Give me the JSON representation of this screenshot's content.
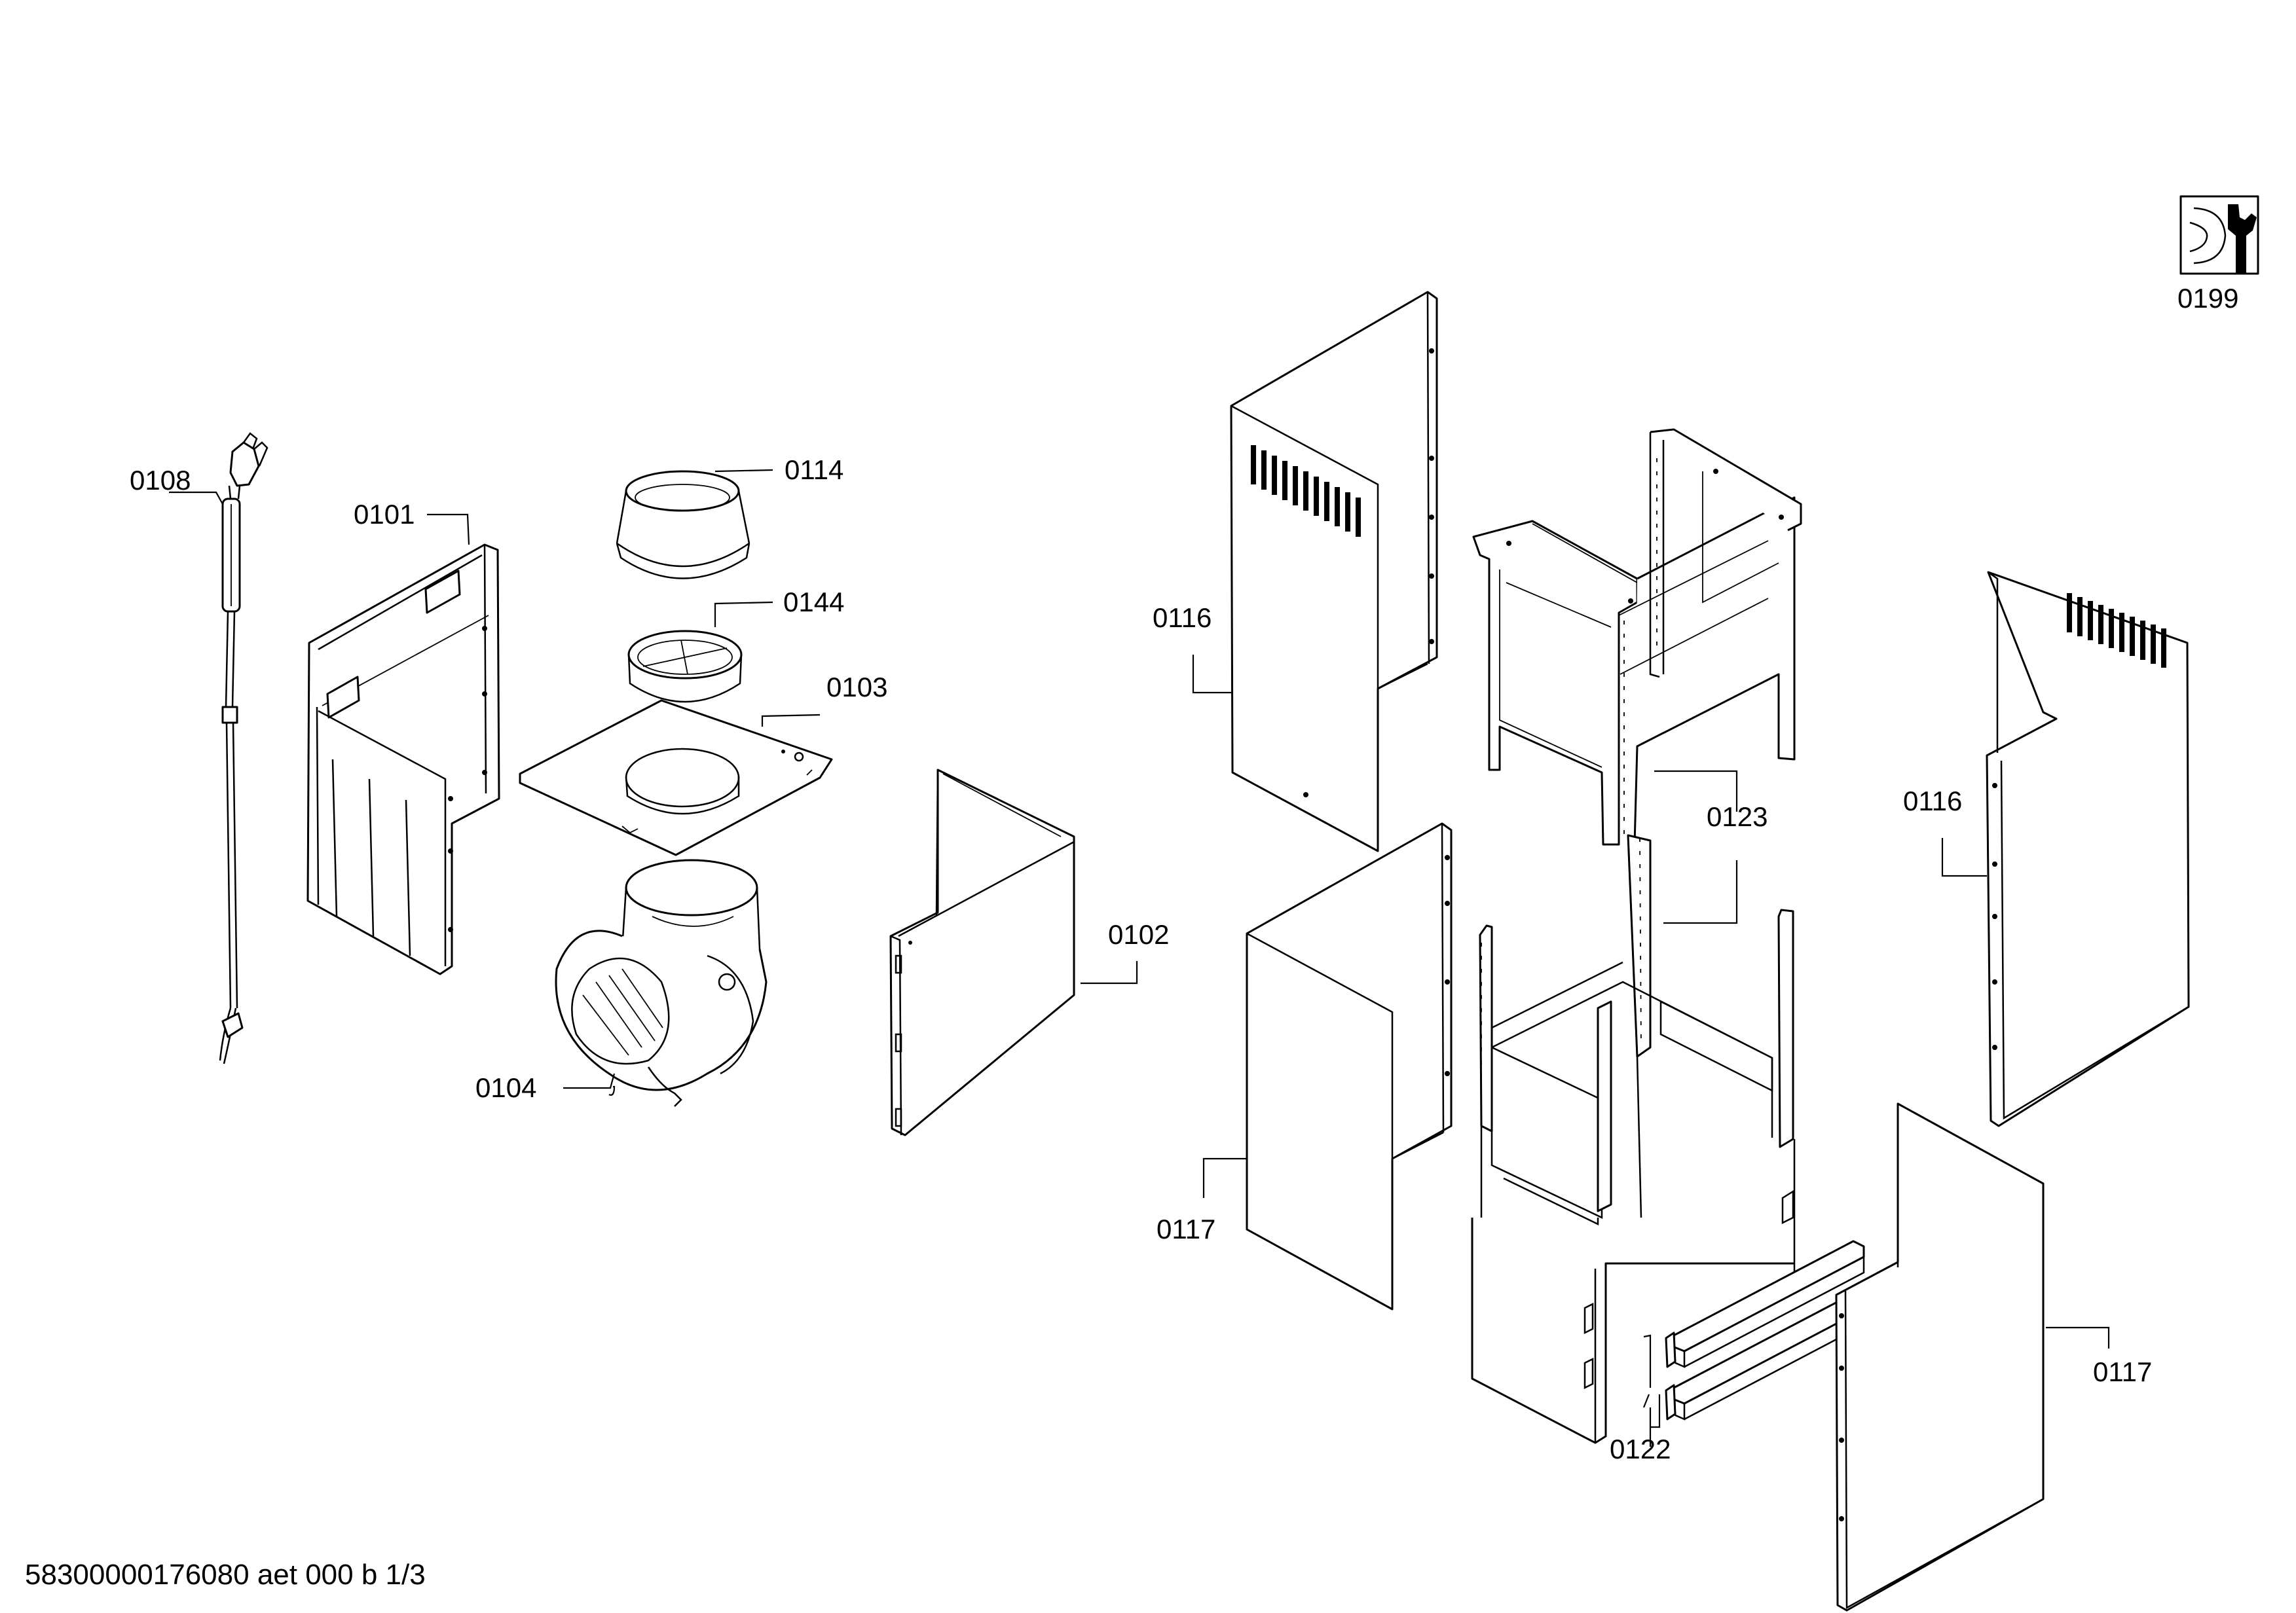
{
  "labels": {
    "p0101": "0101",
    "p0102": "0102",
    "p0103": "0103",
    "p0104": "0104",
    "p0108": "0108",
    "p0114": "0114",
    "p0116_left": "0116",
    "p0116_right": "0116",
    "p0117_left": "0117",
    "p0117_right": "0117",
    "p0122": "0122",
    "p0123": "0123",
    "p0144": "0144",
    "p0199": "0199"
  },
  "footer": "58300000176080 aet 000 b 1/3",
  "icons": {
    "p0199": "wrench-tool-icon"
  }
}
